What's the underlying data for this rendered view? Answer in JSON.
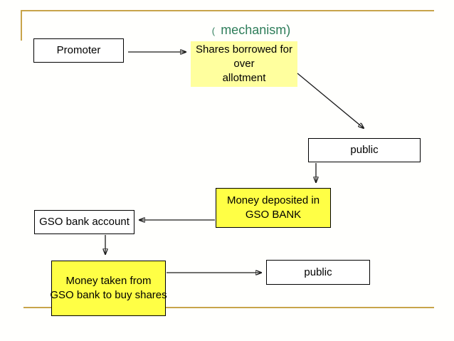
{
  "slide": {
    "title": {
      "prefix": "(",
      "main": "mechanism)"
    },
    "colors": {
      "title_green": "#2e7d5a",
      "accent_gold": "#c8a44a",
      "pale_yellow": "#ffff9e",
      "bright_yellow": "#ffff45",
      "box_border": "#000000",
      "arrow_black": "#1a1a1a",
      "background": "#fffffd"
    },
    "boxes": {
      "promoter": {
        "label": "Promoter"
      },
      "shares_borrowed": {
        "lines": [
          "Shares borrowed for",
          "over",
          "allotment"
        ]
      },
      "public_top": {
        "label": "public"
      },
      "money_deposited": {
        "lines": [
          "Money deposited in",
          "GSO BANK"
        ]
      },
      "gso_bank_account": {
        "label": "GSO bank account"
      },
      "money_taken": {
        "lines": [
          "Money taken from",
          "GSO bank to buy shares"
        ]
      },
      "public_bottom": {
        "label": "public"
      }
    }
  }
}
